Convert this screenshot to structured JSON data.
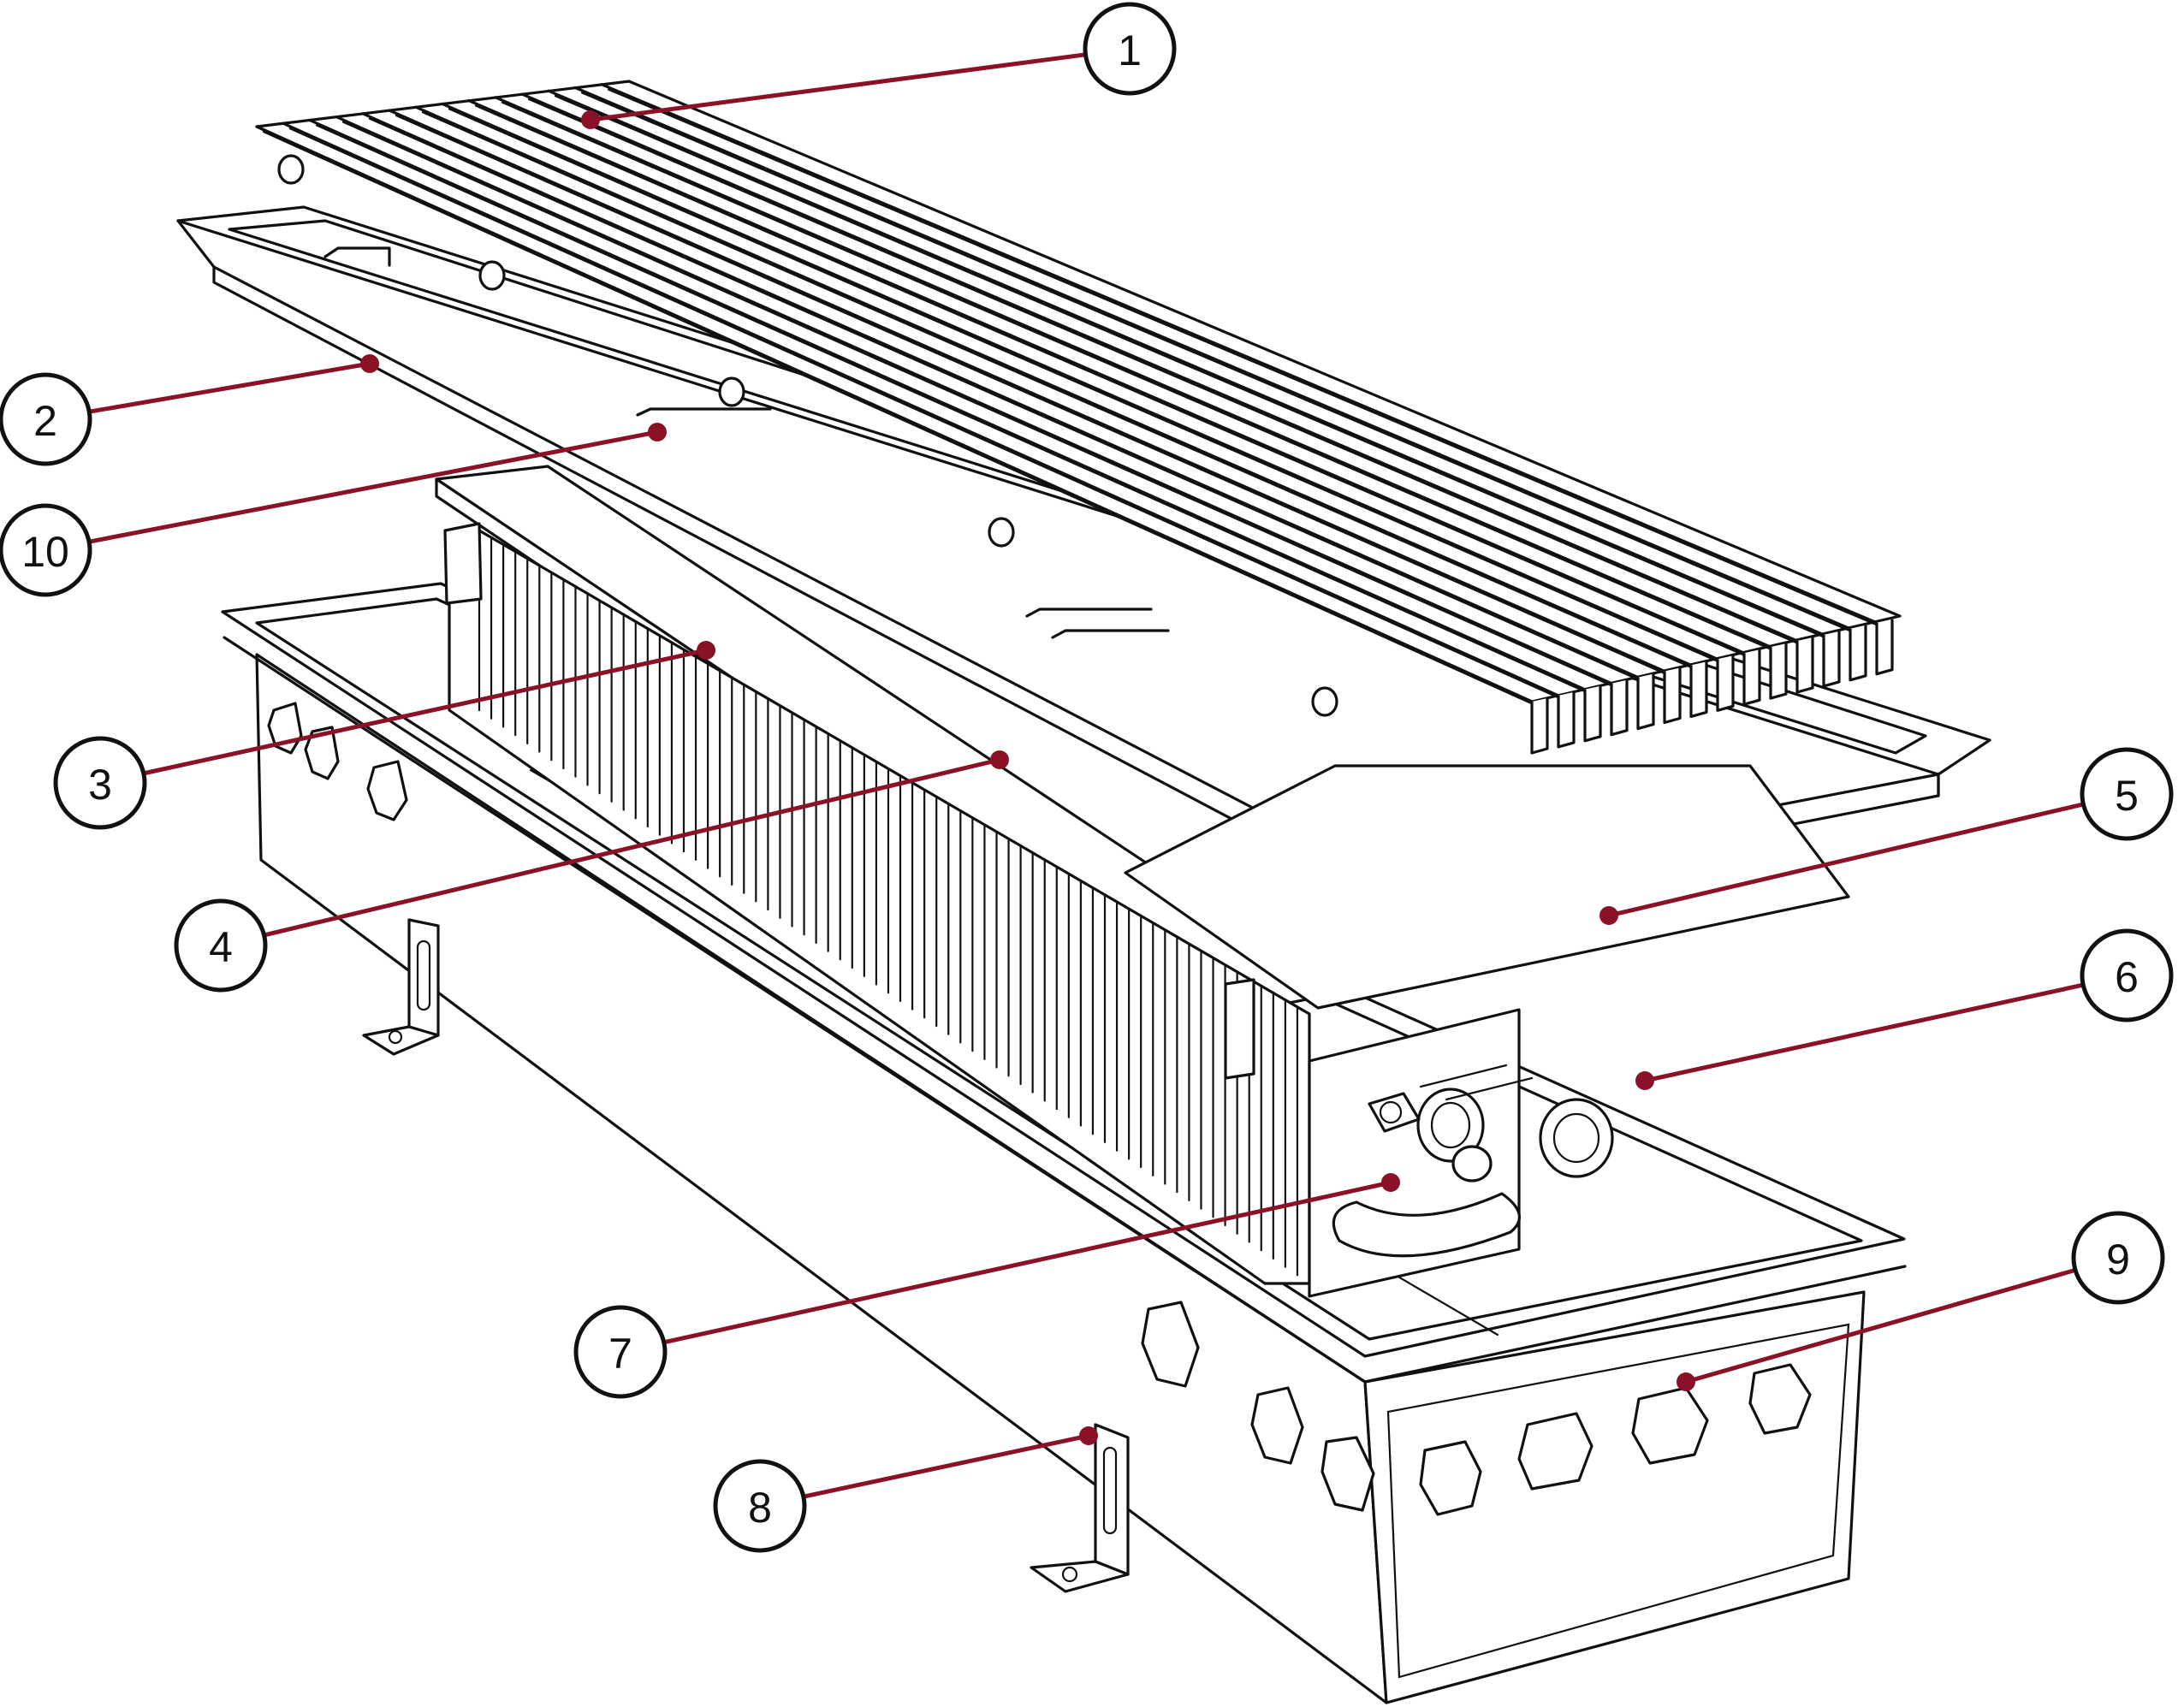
{
  "colors": {
    "leader": "#8b1226",
    "outline": "#111111",
    "background": "#ffffff"
  },
  "callouts": [
    {
      "label": "1"
    },
    {
      "label": "2"
    },
    {
      "label": "10"
    },
    {
      "label": "3"
    },
    {
      "label": "4"
    },
    {
      "label": "5"
    },
    {
      "label": "6"
    },
    {
      "label": "7"
    },
    {
      "label": "8"
    },
    {
      "label": "9"
    }
  ]
}
